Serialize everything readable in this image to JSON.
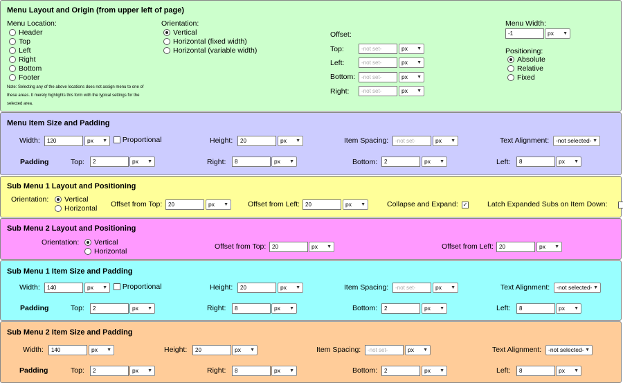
{
  "colors": {
    "p1": "#ccffcc",
    "p2": "#ccccff",
    "p3": "#ffff99",
    "p4": "#ff99ff",
    "p5": "#99ffff",
    "p6": "#ffcc99"
  },
  "layout": {
    "title": "Menu Layout and Origin (from upper left of page)",
    "location_label": "Menu Location:",
    "locations": [
      "Header",
      "Top",
      "Left",
      "Right",
      "Bottom",
      "Footer"
    ],
    "note": "Note: Selecting any of the above locations does not assign menu to one of these areas. It merely highlights this form with the typical settings for the selected area.",
    "orientation_label": "Orientation:",
    "orientations": [
      "Vertical",
      "Horizontal (fixed width)",
      "Horizontal (variable width)"
    ],
    "offset_label": "Offset:",
    "top_label": "Top:",
    "left_label": "Left:",
    "bottom_label": "Bottom:",
    "right_label": "Right:",
    "placeholder": "-not set-",
    "unit": "px",
    "width_label": "Menu Width:",
    "width_value": "-1",
    "positioning_label": "Positioning:",
    "positions": [
      "Absolute",
      "Relative",
      "Fixed"
    ]
  },
  "item": {
    "title": "Menu Item Size and Padding",
    "width_label": "Width:",
    "width_value": "120",
    "proportional": "Proportional",
    "height_label": "Height:",
    "height_value": "20",
    "spacing_label": "Item Spacing:",
    "spacing_placeholder": "-not set-",
    "align_label": "Text Alignment:",
    "align_value": "-not selected-",
    "padding_label": "Padding",
    "top_label": "Top:",
    "top_value": "2",
    "right_label": "Right:",
    "right_value": "8",
    "bottom_label": "Bottom:",
    "bottom_value": "2",
    "left_label": "Left:",
    "left_value": "8",
    "unit": "px"
  },
  "sub1": {
    "title": "Sub Menu 1 Layout and Positioning",
    "orientation_label": "Orientation:",
    "vertical": "Vertical",
    "horizontal": "Horizontal",
    "offset_top_label": "Offset from Top:",
    "offset_top_value": "20",
    "offset_left_label": "Offset from Left:",
    "offset_left_value": "20",
    "collapse_label": "Collapse and Expand:",
    "latch_label": "Latch Expanded Subs on Item Down:",
    "unit": "px"
  },
  "sub2": {
    "title": "Sub Menu 2 Layout and Positioning",
    "orientation_label": "Orientation:",
    "vertical": "Vertical",
    "horizontal": "Horizontal",
    "offset_top_label": "Offset from Top:",
    "offset_top_value": "20",
    "offset_left_label": "Offset from Left:",
    "offset_left_value": "20",
    "unit": "px"
  },
  "sub1item": {
    "title": "Sub Menu 1 Item Size and Padding",
    "width_label": "Width:",
    "width_value": "140",
    "proportional": "Proportional",
    "height_label": "Height:",
    "height_value": "20",
    "spacing_label": "Item Spacing:",
    "spacing_placeholder": "-not set-",
    "align_label": "Text Alignment:",
    "align_value": "-not selected-",
    "padding_label": "Padding",
    "top_label": "Top:",
    "top_value": "2",
    "right_label": "Right:",
    "right_value": "8",
    "bottom_label": "Bottom:",
    "bottom_value": "2",
    "left_label": "Left:",
    "left_value": "8",
    "unit": "px"
  },
  "sub2item": {
    "title": "Sub Menu 2 Item Size and Padding",
    "width_label": "Width:",
    "width_value": "140",
    "height_label": "Height:",
    "height_value": "20",
    "spacing_label": "Item Spacing:",
    "spacing_placeholder": "-not set-",
    "align_label": "Text Alignment:",
    "align_value": "-not selected-",
    "padding_label": "Padding",
    "top_label": "Top:",
    "top_value": "2",
    "right_label": "Right:",
    "right_value": "8",
    "bottom_label": "Bottom:",
    "bottom_value": "2",
    "left_label": "Left:",
    "left_value": "8",
    "unit": "px"
  }
}
